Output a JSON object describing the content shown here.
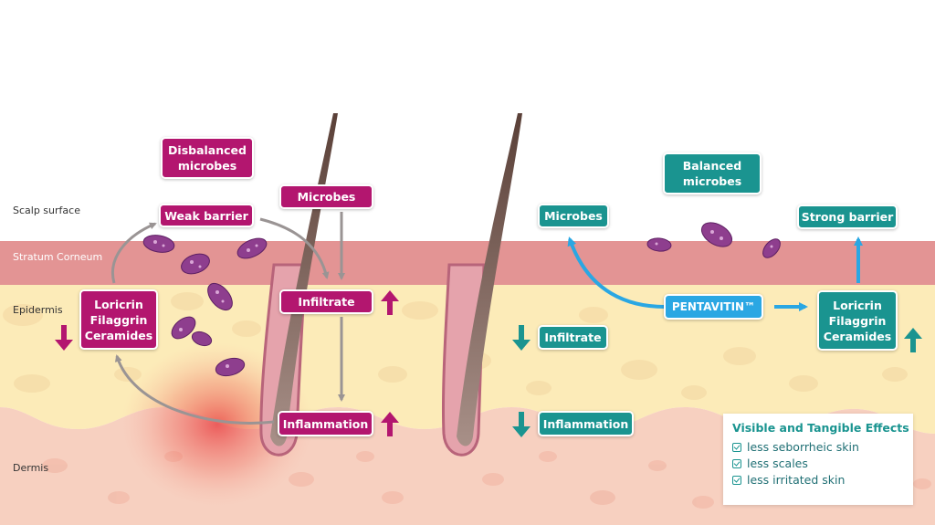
{
  "layers": {
    "scalp_surface": "Scalp surface",
    "stratum_corneum": "Stratum Corneum",
    "epidermis": "Epidermis",
    "dermis": "Dermis"
  },
  "left": {
    "disbalanced": [
      "Disbalanced",
      "microbes"
    ],
    "weak_barrier": "Weak barrier",
    "microbes": "Microbes",
    "infiltrate": "Infiltrate",
    "inflammation": "Inflammation",
    "proteins": [
      "Loricrin",
      "Filaggrin",
      "Ceramides"
    ]
  },
  "right": {
    "balanced": [
      "Balanced",
      "microbes"
    ],
    "microbes": "Microbes",
    "strong_barrier": "Strong barrier",
    "pentavitin": "PENTAVITIN™",
    "infiltrate": "Infiltrate",
    "inflammation": "Inflammation",
    "proteins": [
      "Loricrin",
      "Filaggrin",
      "Ceramides"
    ]
  },
  "effects": {
    "title": "Visible and Tangible Effects",
    "items": [
      "less seborrheic skin",
      "less scales",
      "less irritated skin"
    ]
  },
  "colors": {
    "magenta": "#b3166f",
    "teal": "#1a9490",
    "blue": "#2aa7e3",
    "stratum": "#e39494",
    "epidermis": "#fcebb8",
    "dermis": "#f7d0c0"
  }
}
